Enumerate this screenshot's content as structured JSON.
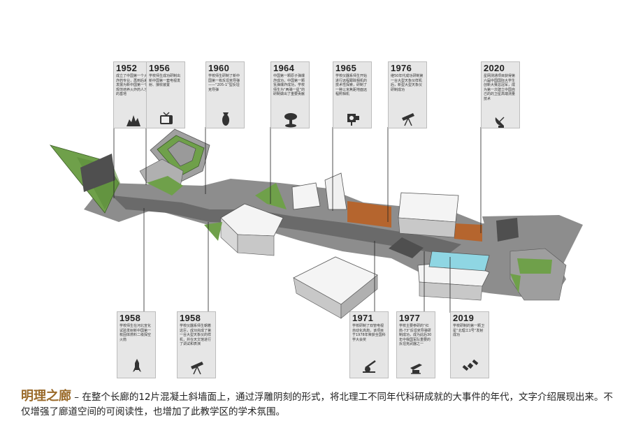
{
  "events_top": [
    {
      "year": "1952",
      "text": "成立了中国第一个火炸药专业，再到后来发展为新中国第一个规范培养火炸药人才的基地",
      "icon": "explosion-icon"
    },
    {
      "year": "1956",
      "text": "学校师生成功研制出新中国第一套电视发射、接收装置",
      "icon": "television-icon"
    },
    {
      "year": "1960",
      "text": "学校师生研制了新中国第一枚反坦克导弹——“205-1”型反坦克导弹",
      "icon": "bomb-icon"
    },
    {
      "year": "1964",
      "text": "中国第一颗原子弹爆炸成功，中国第一颗氢弹爆炸成功，学校师生为“两弹一星”的研制做出了重要贡献",
      "icon": "mushroom-cloud-icon"
    },
    {
      "year": "1965",
      "text": "学校仪器系师生开始进行远程跟踪相机的技术性探索，研制了一种三米焦距地面远程照相机",
      "icon": "camera-icon"
    },
    {
      "year": "1976",
      "text": "继50年代成功研制第一台大型天象仪样机后，新型大型天象仪研制成功",
      "icon": "telescope-icon"
    },
    {
      "year": "2020",
      "text": "星网测通项目获得第六届中国国际大学生创新大赛总冠军，成为第一次建立中国自己的的卫星高端测量技术",
      "icon": "satellite-dish-icon"
    }
  ],
  "events_bottom": [
    {
      "year": "1958",
      "text": "学校师生在河北宣化试验发射新中国第一枚固体燃料二级探空火箭",
      "icon": "rocket-icon"
    },
    {
      "year": "1958",
      "text": "学校仪器系师生朝着这巨，成功完成了第一台大型天象仪的样机，并在天文馆进行了调试和表演",
      "icon": "telescope-icon"
    },
    {
      "year": "1971",
      "text": "学校研制了双管电视自动化高炮，该项目于1978年荣获全国科学大会奖",
      "icon": "artillery-icon"
    },
    {
      "year": "1977",
      "text": "学校主要参研的“红箭-73”反坦克导弹研制成功，成为此后30年中我国军队重要的反坦克武器之一",
      "icon": "anti-tank-missile-icon"
    },
    {
      "year": "2019",
      "text": "学校研制的第一颗卫星“北理工1号”发射成功",
      "icon": "satellite-icon"
    }
  ],
  "caption": {
    "title": "明理之廊",
    "dash": " – ",
    "body": "在整个长廊的12片混凝土斜墙面上，通过浮雕阴刻的形式，将北理工不同年代科研成就的大事件的年代，文字介绍展现出来。不仅增强了廊道空间的可阅读性，也增加了此教学区的学术氛围。"
  },
  "colors": {
    "green": "#6fa04a",
    "grey": "#8d8d8d",
    "dark": "#5a5a5a",
    "wood": "#b5652e",
    "pool": "#8fd6e3",
    "title": "#9a6a2a"
  }
}
